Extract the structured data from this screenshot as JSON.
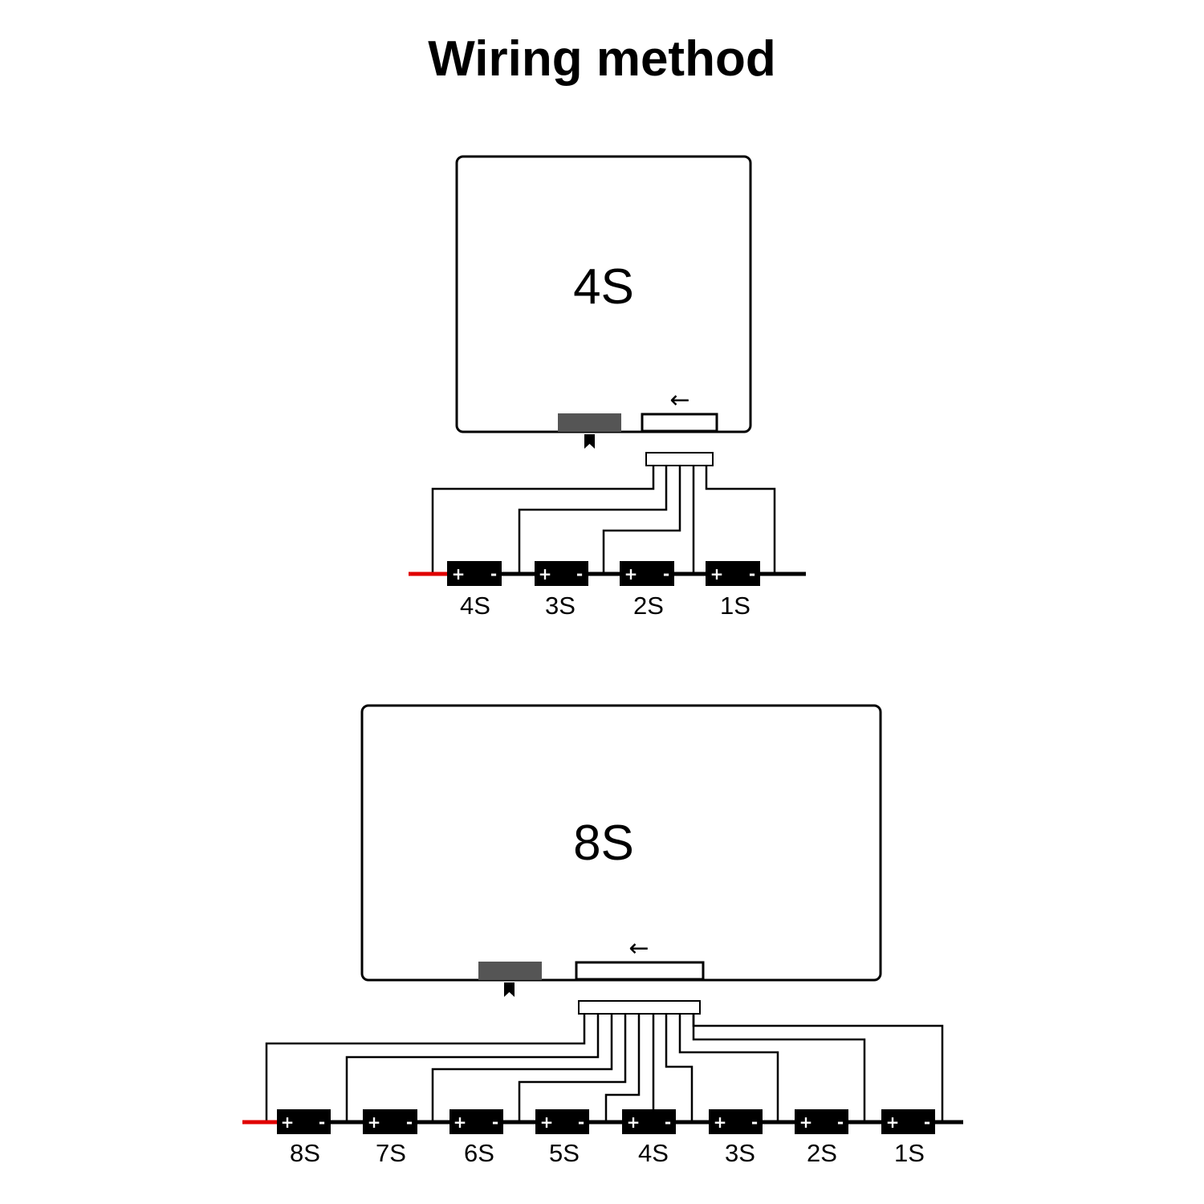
{
  "title": "Wiring method",
  "diagrams": [
    {
      "board_label": "4S",
      "arrow": "←",
      "cells": [
        "4S",
        "3S",
        "2S",
        "1S"
      ]
    },
    {
      "board_label": "8S",
      "arrow": "←",
      "cells": [
        "8S",
        "7S",
        "6S",
        "5S",
        "4S",
        "3S",
        "2S",
        "1S"
      ]
    }
  ],
  "cell_signs": {
    "positive": "+",
    "negative": "-"
  },
  "colors": {
    "positive_lead": "#e00000",
    "wire": "#000000",
    "port": "#555555"
  }
}
